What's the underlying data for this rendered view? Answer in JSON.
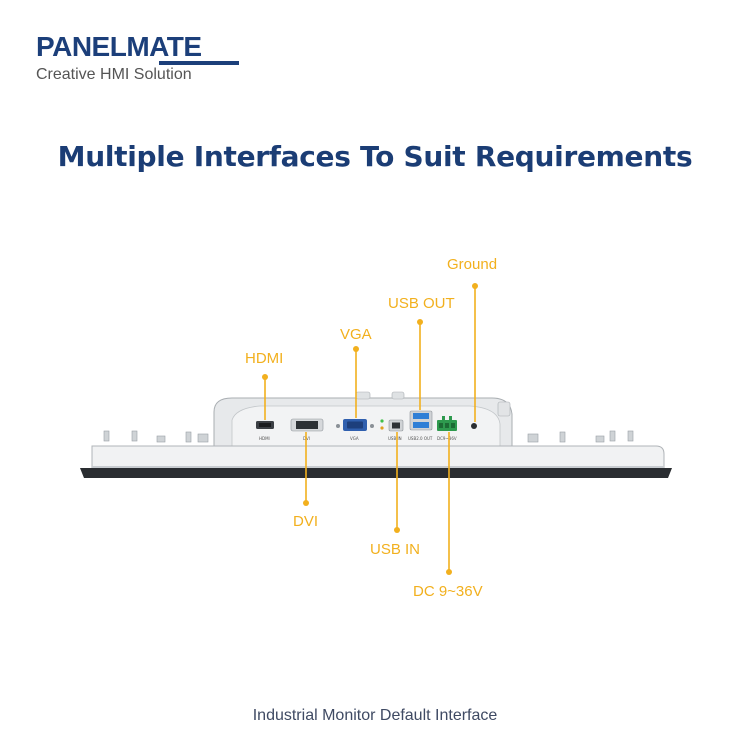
{
  "brand": {
    "name": "PANELMATE",
    "tagline": "Creative HMI Solution"
  },
  "headline": "Multiple Interfaces To Suit Requirements",
  "caption": "Industrial Monitor Default Interface",
  "accent_color": "#f2b01e",
  "brand_color": "#1c3f7a",
  "callouts": {
    "ground": "Ground",
    "usb_out": "USB OUT",
    "vga": "VGA",
    "hdmi": "HDMI",
    "dvi": "DVI",
    "usb_in": "USB IN",
    "dc": "DC 9~36V"
  },
  "port_labels": {
    "hdmi": "HDMI",
    "dvi": "DVI",
    "vga": "VGA",
    "usb_in": "USB IN",
    "usb_out": "USB2.0 OUT",
    "dc": "DC9~36V"
  }
}
